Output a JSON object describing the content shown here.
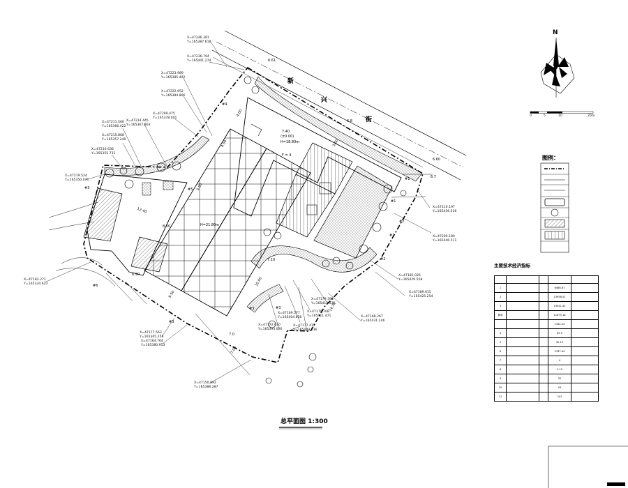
{
  "compass": {
    "north": "N"
  },
  "scale_bar": {
    "ticks": [
      "0",
      "5",
      "10",
      "20m"
    ]
  },
  "road": {
    "chars": [
      "新",
      "兴",
      "街"
    ],
    "widths": [
      "6.61",
      "6.8",
      "6.60",
      "6.7"
    ]
  },
  "coordinates": [
    {
      "x": "X=47246.281",
      "y": "Y=165387.618"
    },
    {
      "x": "X=47236.794",
      "y": "Y=165401.274"
    },
    {
      "x": "X=47223.989",
      "y": "Y=165385.492"
    },
    {
      "x": "X=47222.652",
      "y": "Y=165384.806"
    },
    {
      "x": "X=47209.475",
      "y": "Y=165378.001"
    },
    {
      "x": "X=47214.445",
      "y": "Y=165367.863"
    },
    {
      "x": "X=47211.566",
      "y": "Y=165366.422"
    },
    {
      "x": "X=47215.868",
      "y": "Y=165357.249"
    },
    {
      "x": "X=47210.636",
      "y": "Y=165355.731"
    },
    {
      "x": "X=47219.524",
      "y": "Y=165350.071"
    },
    {
      "x": "X=47182.271",
      "y": "Y=165334.623"
    },
    {
      "x": "X=47177.563",
      "y": "Y=165365.256"
    },
    {
      "x": "X=47164.764",
      "y": "Y=165380.953"
    },
    {
      "x": "X=47150.892",
      "y": "Y=165388.287"
    },
    {
      "x": "X=47172.010",
      "y": "Y=165393.026"
    },
    {
      "x": "X=47169.577",
      "y": "Y=165404.656"
    },
    {
      "x": "X=47177.412",
      "y": "Y=165409.236"
    },
    {
      "x": "X=47179.108",
      "y": "Y=165411.471"
    },
    {
      "x": "X=47179.396",
      "y": "Y=165413.435"
    },
    {
      "x": "X=47168.267",
      "y": "Y=165431.246"
    },
    {
      "x": "X=47182.026",
      "y": "Y=165429.558"
    },
    {
      "x": "X=47189.615",
      "y": "Y=165425.254"
    },
    {
      "x": "X=47209.180",
      "y": "Y=165446.511"
    },
    {
      "x": "X=47210.197",
      "y": "Y=165456.526"
    }
  ],
  "site": {
    "elev1": "7.40",
    "elev1_sub": "(±0.00)",
    "height": "H=18.80m",
    "floors": "F = 4",
    "height2": "H=21.80m",
    "elev2": "7.10",
    "elev3": "6.90",
    "elev4": "7.0",
    "dims": [
      "4.00",
      "4.50",
      "8.50",
      "12.40",
      "9.50",
      "14.30",
      "3.60",
      "7.00",
      "5.00",
      "10.00"
    ],
    "markers": [
      "#4",
      "#3",
      "#2",
      "#1",
      "#5",
      "#6",
      "#3",
      "#3",
      "#3",
      "#2",
      "#2",
      "#1"
    ]
  },
  "legend": {
    "title": "图例：",
    "rows": 8
  },
  "economics": {
    "title": "主要技术经济指标",
    "rows": [
      {
        "no": "1",
        "val": "6466.67"
      },
      {
        "no": "2",
        "val": "13956.51"
      },
      {
        "no": "3",
        "val": "13041.42"
      },
      {
        "no": "其中",
        "val": "11875.18"
      },
      {
        "no": "",
        "val": "1162.24"
      },
      {
        "no": "4",
        "val": "65.5"
      },
      {
        "no": "5",
        "val": "32.19"
      },
      {
        "no": "6",
        "val": "2787.44"
      },
      {
        "no": "7",
        "val": "4"
      },
      {
        "no": "8",
        "val": "1.15"
      },
      {
        "no": "9",
        "val": "20"
      },
      {
        "no": "10",
        "val": "54"
      },
      {
        "no": "11",
        "val": "241"
      }
    ]
  },
  "plan_title": "总平面图  1:300"
}
